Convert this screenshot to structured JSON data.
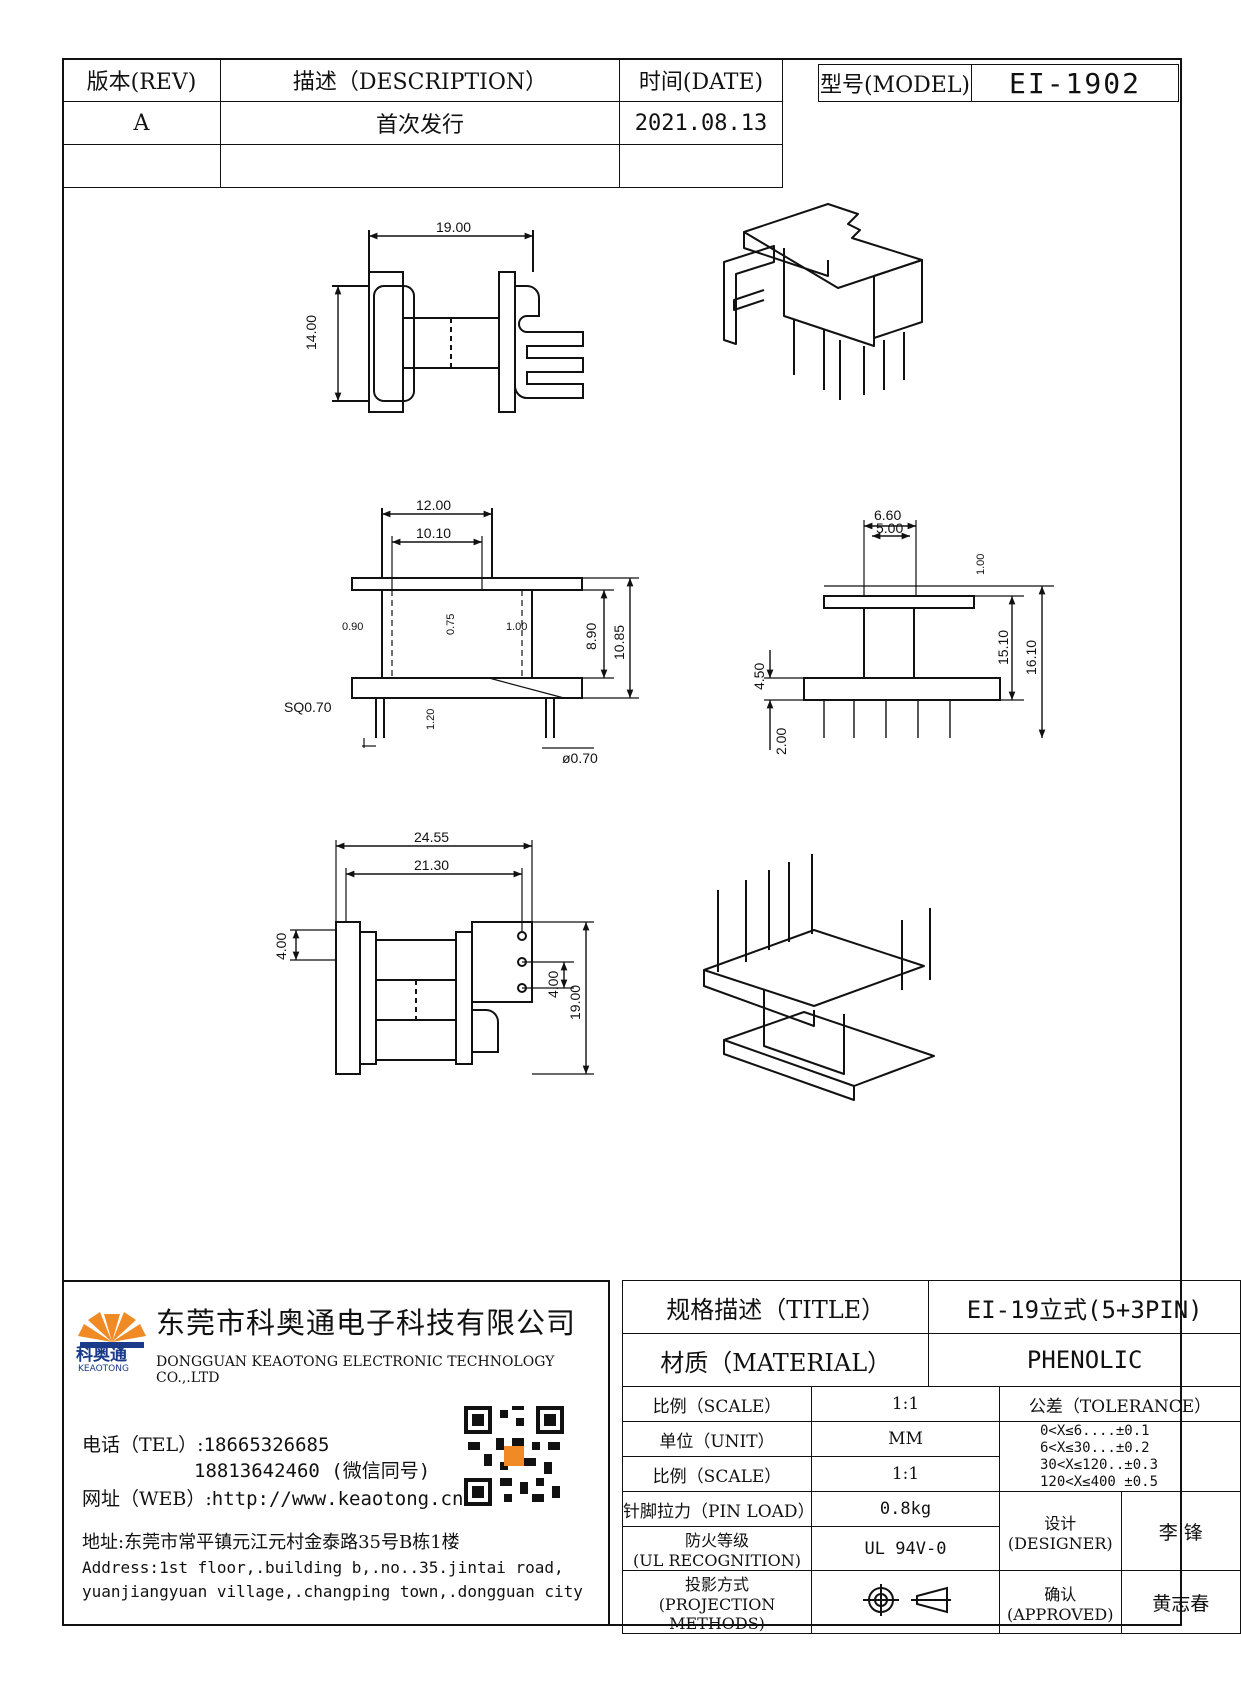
{
  "revision_table": {
    "headers": {
      "rev": "版本(REV)",
      "description": "描述（DESCRIPTION）",
      "date": "时间(DATE)"
    },
    "rows": [
      {
        "rev": "A",
        "description": "首次发行",
        "date": "2021.08.13"
      },
      {
        "rev": "",
        "description": "",
        "date": ""
      }
    ]
  },
  "model": {
    "label": "型号(MODEL)",
    "value": "EI-1902"
  },
  "dimensions": {
    "A": "19.00",
    "B": "14.00",
    "C": "12.00",
    "D": "10.10",
    "E": "SQ0.70",
    "F": "8.90",
    "G": "10.85",
    "H": "ø0.70",
    "I": "24.55",
    "J": "21.30",
    "K": "4.00",
    "L": "4.00",
    "M": "19.00",
    "N": "4.50",
    "O": "2.00",
    "P": "6.60",
    "Q": "5.00",
    "R": "15.10",
    "S": "16.10",
    "gap_left": "0.90",
    "gap_mid": "0.75",
    "gap_right": "1.00",
    "flange_top": "1.00",
    "base_rib": "1.20"
  },
  "company": {
    "logo_cn": "科奥通",
    "logo_en": "KEAOTONG",
    "name_cn": "东莞市科奥通电子科技有限公司",
    "name_en": "DONGGUAN KEAOTONG ELECTRONIC TECHNOLOGY CO.,.LTD",
    "tel_label": "电话（TEL）:",
    "tel1": "18665326685",
    "tel2": "18813642460 (微信同号)",
    "web_label": "网址（WEB）:",
    "web": "http://www.keaotong.cn",
    "address_cn": "地址:东莞市常平镇元江元村金泰路35号B栋1楼",
    "address_en1": "Address:1st floor,.building b,.no..35.jintai road,",
    "address_en2": "yuanjiangyuan village,.changping town,.dongguan city"
  },
  "title_block": {
    "title_label": "规格描述（TITLE）",
    "title_value": "EI-19立式(5+3PIN)",
    "material_label": "材质（MATERIAL）",
    "material_value": "PHENOLIC",
    "scale_label": "比例（SCALE）",
    "scale_value": "1:1",
    "unit_label": "单位（UNIT）",
    "unit_value": "MM",
    "scale2_label": "比例（SCALE）",
    "scale2_value": "1:1",
    "pinload_label": "针脚拉力（PIN LOAD）",
    "pinload_value": "0.8kg",
    "ul_label1": "防火等级",
    "ul_label2": "(UL RECOGNITION)",
    "ul_value": "UL 94V-0",
    "proj_label1": "投影方式",
    "proj_label2": "(PROJECTION METHODS)",
    "tolerance_label": "公差（TOLERANCE）",
    "tolerance": [
      "0<X≤6....±0.1",
      "6<X≤30...±0.2",
      "30<X≤120..±0.3",
      "120<X≤400 ±0.5"
    ],
    "designer_label1": "设计",
    "designer_label2": "(DESIGNER)",
    "designer_value": "李 锋",
    "approved_label1": "确认",
    "approved_label2": "(APPROVED)",
    "approved_value": "黄志春"
  }
}
